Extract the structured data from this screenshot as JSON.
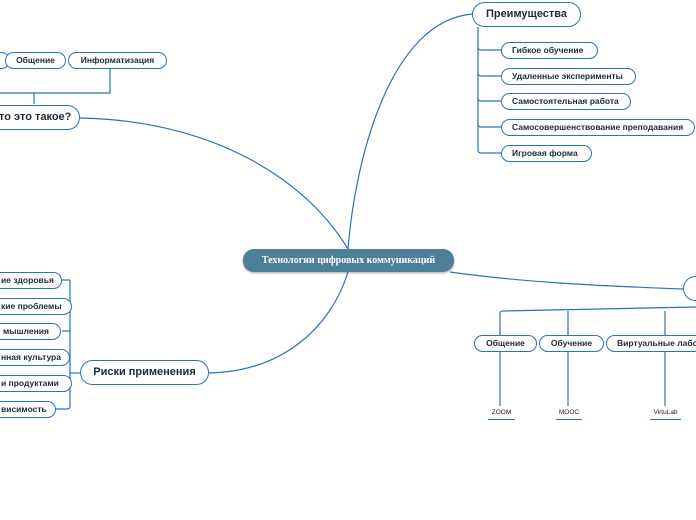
{
  "central": "Технологии цифровых коммуникаций",
  "what_is": {
    "title": "Что это такое?",
    "visible_title": "то это такое?",
    "children": [
      "Общение",
      "Информатизация"
    ]
  },
  "advantages": {
    "title": "Преимущества",
    "children": [
      "Гибкое обучение",
      "Удаленные эксперименты",
      "Самостоятельная работа",
      "Самосовершенствование преподавания",
      "Игровая форма"
    ]
  },
  "risks": {
    "title": "Риски применения",
    "children_visible": [
      "ие здоровья",
      "кие проблемы",
      "мышления",
      "нная культура",
      "и продуктами",
      "висимость"
    ]
  },
  "platforms": {
    "children": [
      {
        "label": "Общение",
        "example": "ZOOM"
      },
      {
        "label": "Обучение",
        "example": "MOOC"
      },
      {
        "label": "Виртуальные лабо",
        "example": "VirtuLab"
      }
    ]
  },
  "colors": {
    "line": "#2e6fc0",
    "central_fill": "#4d7f99",
    "text": "#1e2a3a"
  }
}
